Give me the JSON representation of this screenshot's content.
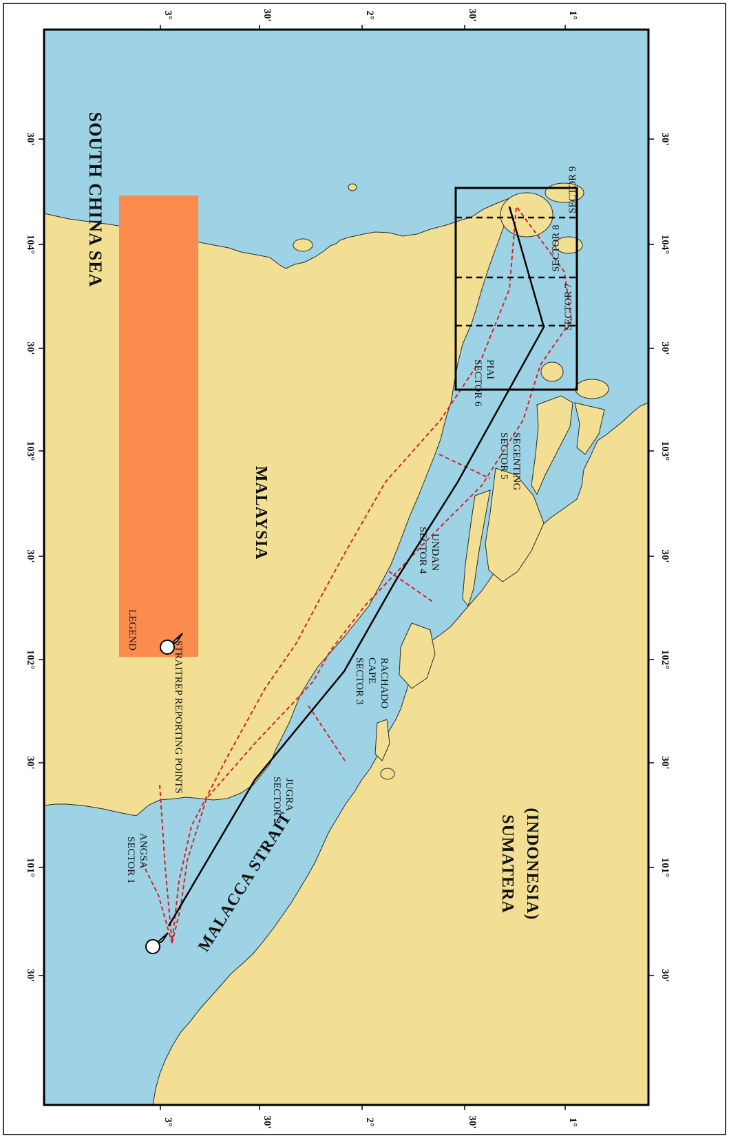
{
  "colors": {
    "sea": "#9dd3e4",
    "land": "#f2df93",
    "legend_bg": "#fb8c4d",
    "route": "#000000",
    "sector_boundary": "#d8202a"
  },
  "top_axis": [
    "3°",
    "30'",
    "2°",
    "30'",
    "1°"
  ],
  "bottom_axis": [
    "3°",
    "30'",
    "2°",
    "30'",
    "1°"
  ],
  "left_axis": [
    "30'",
    "101°",
    "30'",
    "102°",
    "30'",
    "103°",
    "30'",
    "104°",
    "30'"
  ],
  "right_axis": [
    "30'",
    "101°",
    "30'",
    "102°",
    "30'",
    "103°",
    "30'",
    "104°",
    "30'"
  ],
  "regions": {
    "south_china_sea": "SOUTH CHINA SEA",
    "malaysia": "MALAYSIA",
    "malacca_strait": "MALACCA STRAIT",
    "sumatera_line1": "SUMATERA",
    "sumatera_line2": "(INDONESIA)"
  },
  "legend": {
    "title": "LEGEND",
    "item": "STRAITREP REPORTING POINTS"
  },
  "sectors": {
    "s1": [
      "SECTOR 1",
      "ANGSA"
    ],
    "s2": [
      "SECTOR 2",
      "JUGRA"
    ],
    "s3": [
      "SECTOR 3",
      "CAPE",
      "RACHADO"
    ],
    "s4": [
      "SECTOR 4",
      "UNDAN"
    ],
    "s5": [
      "SECTOR 5",
      "SEGENTING"
    ],
    "s6": [
      "SECTOR 6",
      "PIAI"
    ],
    "s7": "SECTOR 7",
    "s8": "SECTOR 8",
    "s9": "SECTOR 9"
  }
}
